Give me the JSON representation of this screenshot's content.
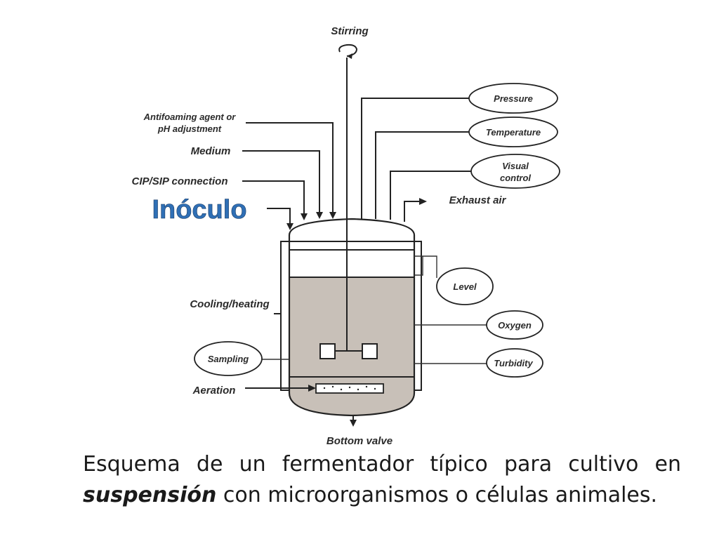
{
  "diagram": {
    "labels": {
      "stirring": "Stirring",
      "antifoam_line1": "Antifoaming agent or",
      "antifoam_line2": "pH adjustment",
      "medium": "Medium",
      "cip_sip": "CIP/SIP connection",
      "inoculo": "Inóculo",
      "exhaust_air": "Exhaust air",
      "cooling_heating": "Cooling/heating",
      "aeration": "Aeration",
      "bottom_valve": "Bottom valve"
    },
    "sensors": {
      "pressure": "Pressure",
      "temperature": "Temperature",
      "visual_line1": "Visual",
      "visual_line2": "control",
      "level": "Level",
      "oxygen": "Oxygen",
      "turbidity": "Turbidity",
      "sampling": "Sampling"
    },
    "colors": {
      "inoculo_text": "#2f6fb5",
      "medium_fill": "#c8c0b8",
      "line": "#222222"
    }
  },
  "caption": {
    "part1": "Esquema de un fermentador típico para cultivo en ",
    "emphasis": "suspensión",
    "part2": " con microorganismos o células animales."
  }
}
